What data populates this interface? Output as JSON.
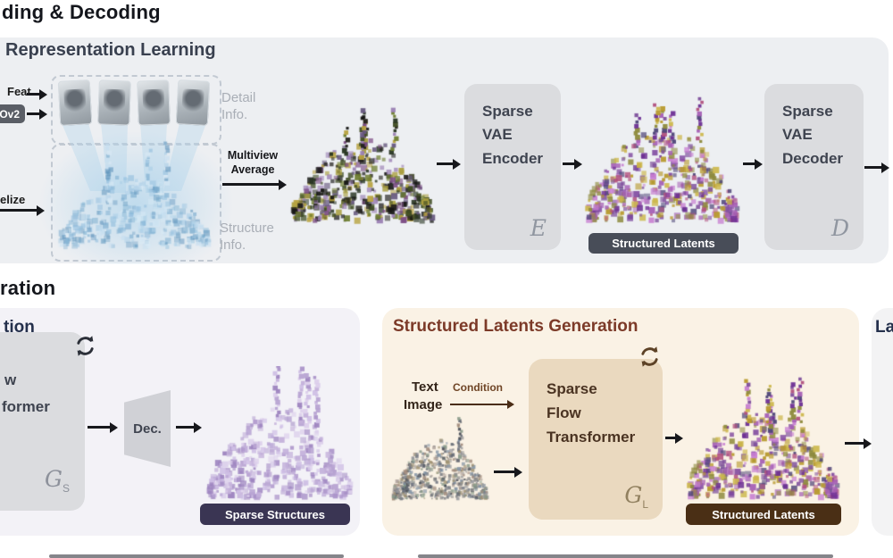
{
  "colors": {
    "stage1_panel_bg": "#edeff2",
    "gray_box_bg": "#dbdcdf",
    "tan_box_bg": "#ead9bf",
    "latents_badge_bg": "#484d58",
    "sparse_structures_badge_bg": "#3a3553",
    "structured_latents_badge_bg": "#4a2f15",
    "stage2_latents_panel_bg": "#faf2e5",
    "stage2_latents_title_color": "#7c3a28"
  },
  "header": {
    "title_fragment": "ding & Decoding"
  },
  "stage1": {
    "panel_title": "Representation Learning",
    "feat_label": "Feat.",
    "dino_badge_fragment": "Ov2",
    "voxelize_fragment": "elize",
    "detail_info": [
      "Detail",
      "Info."
    ],
    "multiview_average": [
      "Multiview",
      "Average"
    ],
    "structure_info": [
      "Structure",
      "Info."
    ],
    "encoder_lines": [
      "Sparse",
      "VAE",
      "Encoder"
    ],
    "encoder_symbol": "E",
    "decoder_lines": [
      "Sparse",
      "VAE",
      "Decoder"
    ],
    "decoder_symbol": "D",
    "latents_badge": "Structured Latents"
  },
  "stage2": {
    "title_fragment": "ration",
    "sparse_structure_panel": {
      "title_fragment": "tion",
      "transformer_fragments": [
        "w",
        "former"
      ],
      "symbol": "G",
      "symbol_sub": "S",
      "decoder_label": "Dec.",
      "badge": "Sparse Structures"
    },
    "latents_panel": {
      "title": "Structured Latents Generation",
      "text_label": "Text",
      "image_label": "Image",
      "condition_label": "Condition",
      "transformer_lines": [
        "Sparse",
        "Flow",
        "Transformer"
      ],
      "symbol": "G",
      "symbol_sub": "L",
      "badge": "Structured Latents"
    },
    "right_panel_fragment": "La"
  }
}
